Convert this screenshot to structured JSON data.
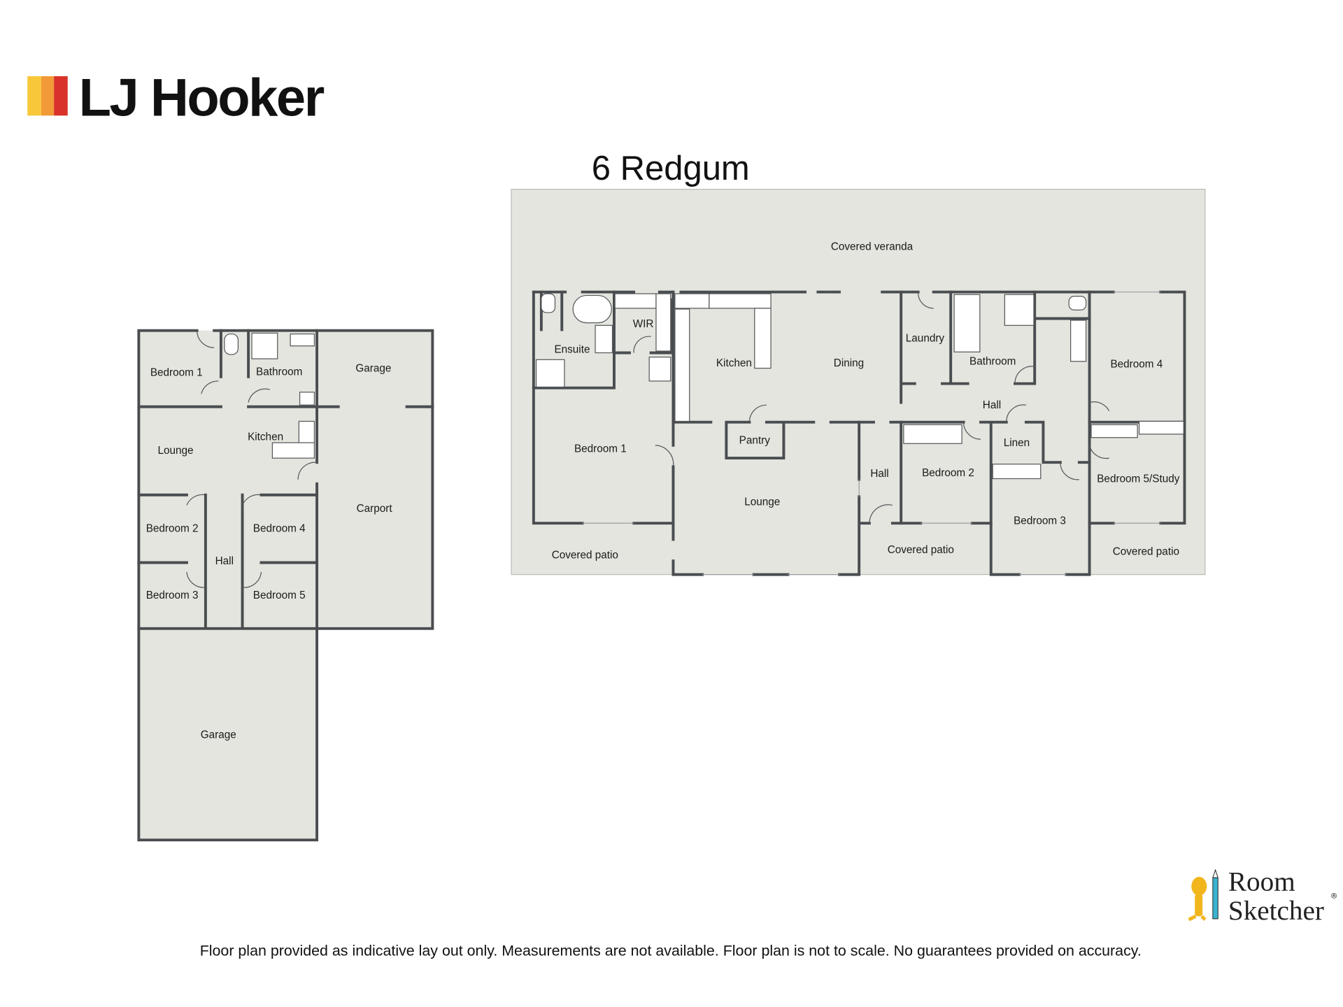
{
  "brand": {
    "name": "LJ Hooker",
    "colors": [
      "#f9c83a",
      "#f29a37",
      "#d9322a"
    ]
  },
  "title": "6 Redgum",
  "left_plan": {
    "rooms": [
      "Bedroom 1",
      "Bathroom",
      "Garage",
      "Lounge",
      "Kitchen",
      "Carport",
      "Bedroom 2",
      "Bedroom 4",
      "Hall",
      "Bedroom 3",
      "Bedroom 5",
      "Garage"
    ]
  },
  "right_plan": {
    "rooms": [
      "Covered veranda",
      "Ensuite",
      "WIR",
      "Kitchen",
      "Dining",
      "Laundry",
      "Bathroom",
      "Bedroom 4",
      "Hall",
      "Bedroom 1",
      "Pantry",
      "Linen",
      "Hall",
      "Bedroom 2",
      "Bedroom 5/Study",
      "Lounge",
      "Bedroom 3",
      "Covered patio",
      "Covered patio",
      "Covered patio"
    ]
  },
  "roomsketcher": {
    "line1": "Room",
    "line2": "Sketcher",
    "mark": "®"
  },
  "disclaimer": "Floor plan provided as indicative lay out only. Measurements are not available. Floor plan is not to scale. No guarantees provided on accuracy."
}
